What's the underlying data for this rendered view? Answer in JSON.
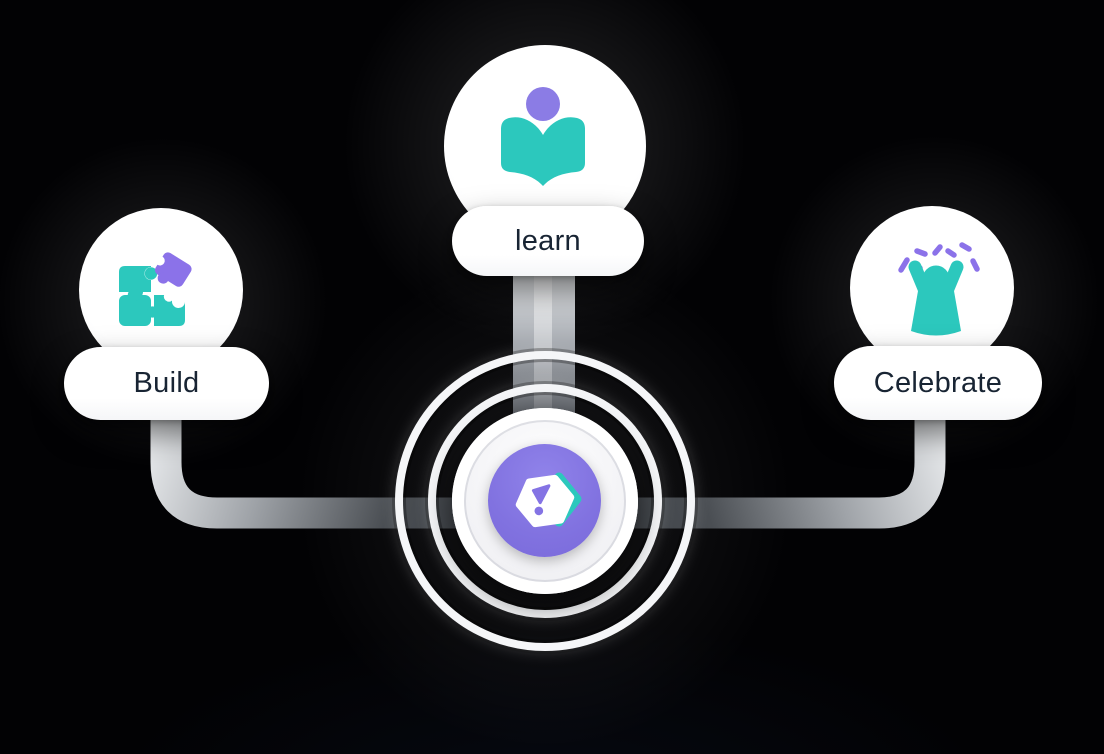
{
  "diagram": {
    "nodes": [
      {
        "id": "build",
        "label": "Build",
        "icon": "puzzle-icon"
      },
      {
        "id": "learn",
        "label": "learn",
        "icon": "open-book-icon"
      },
      {
        "id": "celebrate",
        "label": "Celebrate",
        "icon": "celebration-icon"
      }
    ],
    "hub": {
      "icon": "hexagon-chevron-logo"
    }
  },
  "theme": {
    "background": "#000000",
    "card_fill": "#ffffff",
    "label_color": "#182433",
    "accent_teal": "#2cc8bd",
    "accent_purple": "#8b7ce5",
    "hub_circle_purple": "#8172e0",
    "pipe_light": "#eef0f2",
    "pipe_dark": "#3c4045"
  }
}
